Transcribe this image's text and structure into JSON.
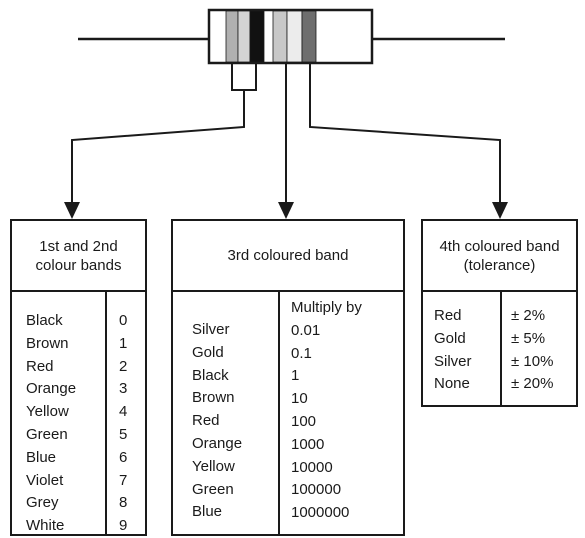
{
  "resistor": {
    "body_color": "#ffffff",
    "bands": [
      {
        "shade": "#b0b0b0"
      },
      {
        "shade": "#d4d4d4"
      },
      {
        "shade": "#111111"
      },
      {
        "shade": "#c8c8c8"
      },
      {
        "shade": "#ececec"
      },
      {
        "shade": "#6e6e6e"
      }
    ]
  },
  "boxes": {
    "digits": {
      "title": "1st and 2nd\ncolour bands",
      "colours": [
        "Black",
        "Brown",
        "Red",
        "Orange",
        "Yellow",
        "Green",
        "Blue",
        "Violet",
        "Grey",
        "White"
      ],
      "values": [
        "0",
        "1",
        "2",
        "3",
        "4",
        "5",
        "6",
        "7",
        "8",
        "9"
      ]
    },
    "multiplier": {
      "title": "3rd coloured band",
      "value_header": "Multiply by",
      "colours": [
        "Silver",
        "Gold",
        "Black",
        "Brown",
        "Red",
        "Orange",
        "Yellow",
        "Green",
        "Blue"
      ],
      "values": [
        "0.01",
        "0.1",
        "1",
        "10",
        "100",
        "1000",
        "10000",
        "100000",
        "1000000"
      ]
    },
    "tolerance": {
      "title": "4th coloured band\n(tolerance)",
      "colours": [
        "Red",
        "Gold",
        "Silver",
        "None"
      ],
      "values": [
        "± 2%",
        "± 5%",
        "± 10%",
        "± 20%"
      ]
    }
  }
}
